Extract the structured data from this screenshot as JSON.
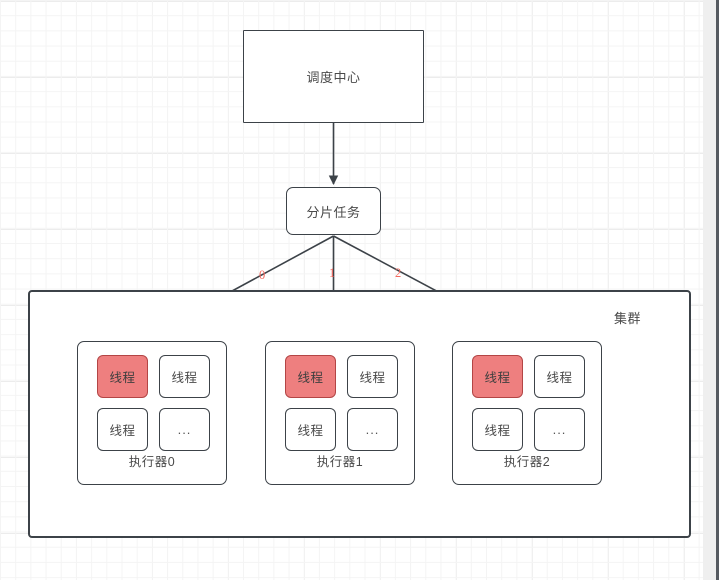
{
  "diagram": {
    "title_node": {
      "label": "调度中心"
    },
    "shard_node": {
      "label": "分片任务"
    },
    "cluster": {
      "label": "集群",
      "executors": [
        {
          "label": "执行器0",
          "threads": [
            {
              "label": "线程",
              "state": "active"
            },
            {
              "label": "线程",
              "state": "idle"
            },
            {
              "label": "线程",
              "state": "idle"
            },
            {
              "label": "...",
              "state": "more"
            }
          ]
        },
        {
          "label": "执行器1",
          "threads": [
            {
              "label": "线程",
              "state": "active"
            },
            {
              "label": "线程",
              "state": "idle"
            },
            {
              "label": "线程",
              "state": "idle"
            },
            {
              "label": "...",
              "state": "more"
            }
          ]
        },
        {
          "label": "执行器2",
          "threads": [
            {
              "label": "线程",
              "state": "active"
            },
            {
              "label": "线程",
              "state": "idle"
            },
            {
              "label": "线程",
              "state": "idle"
            },
            {
              "label": "...",
              "state": "more"
            }
          ]
        }
      ]
    },
    "edge_labels": [
      "0",
      "1",
      "2"
    ],
    "colors": {
      "stroke": "#3c4248",
      "text": "#4a4a4a",
      "active_fill": "#ee7f7f",
      "active_stroke": "#b34545",
      "edge_label": "#f4685e",
      "grid_minor": "#f4f4f4",
      "grid_major": "#ececec",
      "canvas": "#ffffff"
    }
  }
}
